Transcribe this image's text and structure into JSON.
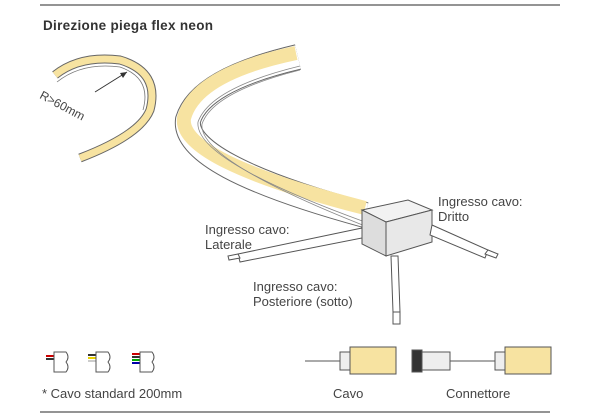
{
  "title": "Direzione piega flex neon",
  "radius_label": "R>60mm",
  "labels": {
    "straight": {
      "line1": "Ingresso cavo:",
      "line2": "Dritto"
    },
    "side": {
      "line1": "Ingresso cavo:",
      "line2": "Laterale"
    },
    "rear": {
      "line1": "Ingresso cavo:",
      "line2": "Posteriore (sotto)"
    }
  },
  "footnote": "* Cavo standard 200mm",
  "options": {
    "cable": "Cavo",
    "connector": "Connettore"
  },
  "colors": {
    "strip": "#f7e3a1",
    "line": "#555555"
  }
}
